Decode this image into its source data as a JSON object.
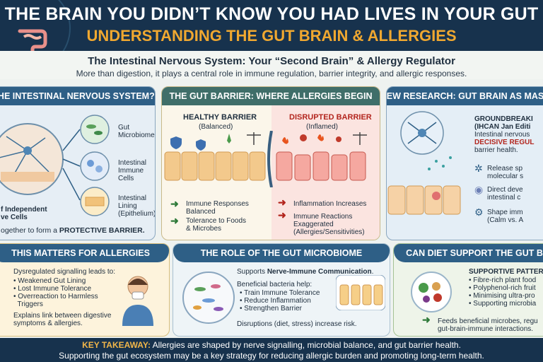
{
  "header": {
    "title": "THE BRAIN YOU DIDN’T KNOW YOU HAD LIVES IN YOUR GUT",
    "subtitle": "UNDERSTANDING THE GUT BRAIN & ALLERGIES",
    "tagline": "The Intestinal Nervous System: Your “Second Brain” & Allergy Regulator",
    "description": "More than digestion, it plays a central role in immune regulation, barrier integrity, and allergic responses."
  },
  "panel1": {
    "heading": "THE INTESTINAL NERVOUS SYSTEM?",
    "items": [
      "Gut Microbiome",
      "Intestinal Immune Cells",
      "Intestinal Lining (Epithelium)"
    ],
    "left_caption": "f Independent ve Cells",
    "footer_prefix": "ogether to form a ",
    "footer_bold": "PROTECTIVE BARRIER."
  },
  "panel2": {
    "heading": "THE GUT BARRIER: WHERE ALLERGIES BEGIN",
    "healthy_title": "HEALTHY BARRIER",
    "healthy_sub": "(Balanced)",
    "disrupted_title": "DISRUPTED BARRIER",
    "disrupted_sub": "(Inflamed)",
    "healthy_points": [
      "Immune Responses Balanced",
      "Tolerance to Foods & Microbes"
    ],
    "disrupted_points": [
      "Inflammation Increases",
      "Immune Reactions Exaggerated"
    ],
    "disrupted_note": "(Allergies/Sensitivities)"
  },
  "panel3": {
    "heading": "NEW RESEARCH: GUT BRAIN AS MASTER",
    "badge1": "GROUNDBREAKI",
    "badge2": "(IHCAN Jan Editi",
    "line1": "Intestinal nervous",
    "line2": "DECISIVE REGUL",
    "line3": "barrier health.",
    "actions": [
      "Release sp molecular s",
      "Direct deve intestinal c",
      "Shape imm (Calm vs. A"
    ]
  },
  "panel4": {
    "heading": "THIS MATTERS FOR ALLERGIES",
    "intro": "Dysregulated signalling leads to:",
    "bullets": [
      "Weakened Gut Lining",
      "Lost Immune Tolerance",
      "Overreaction to Harmless Triggers"
    ],
    "outro": "Explains link between digestive symptoms & allergies."
  },
  "panel5": {
    "heading": "THE ROLE OF THE GUT MICROBIOME",
    "supports_prefix": "Supports ",
    "supports_bold": "Nerve-Immune Communication",
    "helps": "Beneficial bacteria help:",
    "bullets": [
      "Train Immune Tolerance",
      "Reduce Inflammation",
      "Strengthen Barrier"
    ],
    "risk": "Disruptions (diet, stress) increase risk."
  },
  "panel6": {
    "heading": "CAN DIET SUPPORT THE GUT B",
    "pattern_title": "SUPPORTIVE PATTER",
    "bullets": [
      "Fibre-rich plant food",
      "Polyphenol-rich fruit",
      "Minimising ultra-pro",
      "Supporting microbia"
    ],
    "note": "Feeds beneficial microbes, regu gut-brain-immune interactions."
  },
  "footer": {
    "label": "KEY TAKEAWAY:",
    "line1": "Allergies are shaped by nerve signalling, microbial balance, and gut barrier health.",
    "line2": "Supporting the gut ecosystem may be a key strategy for reducing allergic burden and promoting long-term health."
  },
  "colors": {
    "navy": "#17324d",
    "orange": "#f0a830",
    "teal": "#3f6e69",
    "blue": "#2e5f86"
  }
}
